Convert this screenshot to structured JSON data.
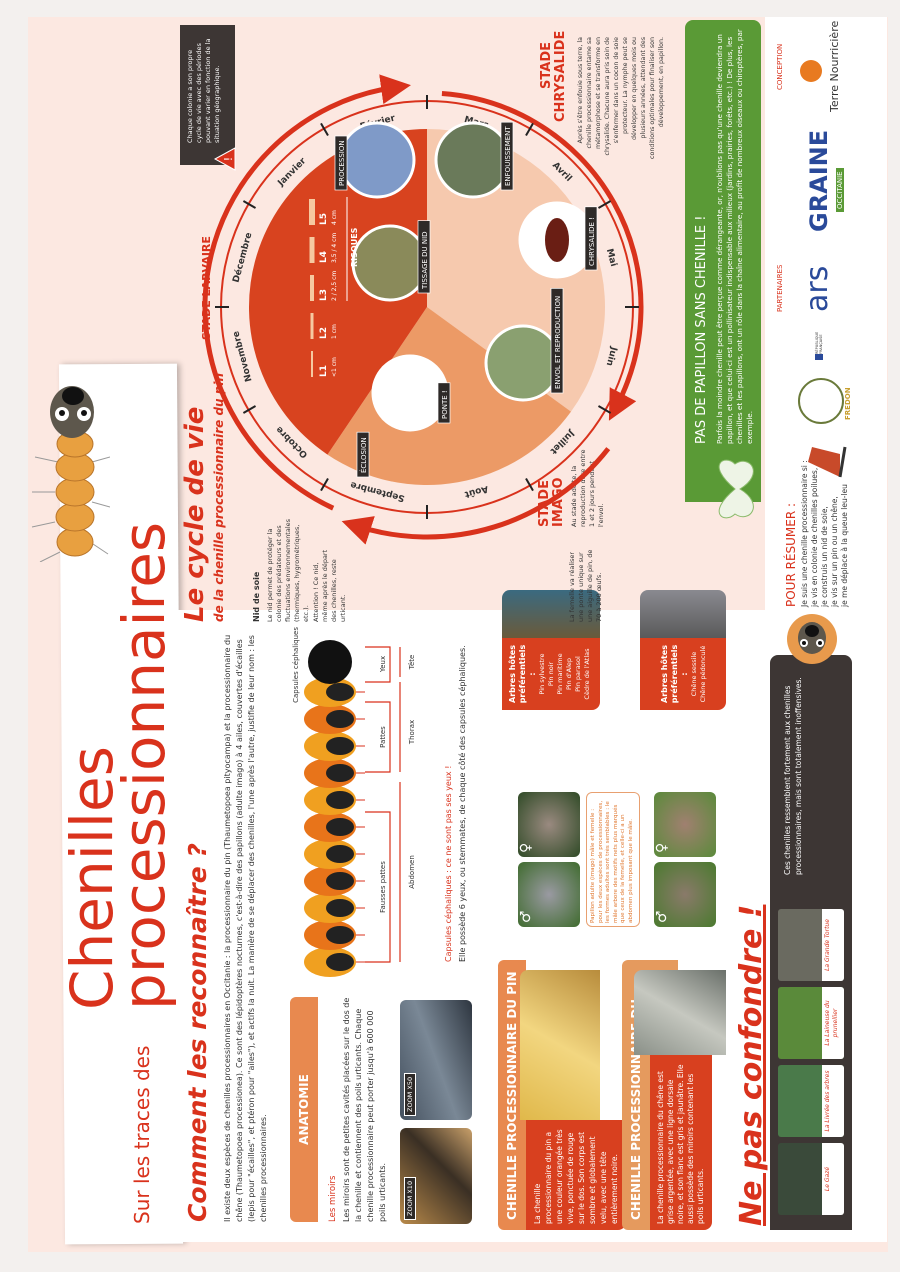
{
  "title": {
    "prefix": "Sur les traces des",
    "line1": "Chenilles",
    "line2": "processionnaires"
  },
  "recognize": {
    "heading": "Comment les reconnaître ?",
    "intro": "Il existe deux espèces de chenilles processionnaires en Occitanie : la processionnaire du pin (Thaumetopoea pityocampa) et la processionnaire du chêne (Thaumetopoea processionea). Ce sont des lépidoptères nocturnes, c'est-à-dire des papillons (adulte imago) à 4 ailes, couvertes d'écailles (lepis pour \"écailles\", et ptéron pour \"ailes\"), et actifs la nuit. La manière de se déplacer des chenilles, l'une après l'autre, justifie de leur nom : les chenilles processionnaires.",
    "anatomy_tab": "ANATOMIE",
    "mirrors_label": "Les miroirs",
    "mirrors_text": "Les miroirs sont de petites cavités placées sur le dos de la chenille et contiennent des poils urticants. Chaque chenille processionnaire peut porter jusqu'à 600 000 poils urticants.",
    "zoom1": "ZOOM X10",
    "zoom2": "ZOOM X50",
    "diagram": {
      "capsules": "Capsules céphaliques",
      "fausses_pattes": "Fausses pattes",
      "abdomen": "Abdomen",
      "pattes": "Pattes",
      "thorax": "Thorax",
      "yeux": "Yeux",
      "tete": "Tête"
    },
    "capsules_note": "Capsules céphaliques : ce ne sont pas ses yeux !",
    "capsules_text": "Elle possède 6 yeux, ou stemmates, de chaque côté des capsules céphaliques."
  },
  "pine": {
    "tab": "CHENILLE PROCESSIONNAIRE DU PIN",
    "text": "La chenille processionnaire du pin a une couleur orangée très vive, ponctuée de rouge sur le dos. Son corps est sombre et globalement velu, avec une tête entièrement noire.",
    "hosts_title": "Arbres hôtes préférentiels :",
    "hosts": [
      "Pin sylvestre",
      "Pin noir",
      "Pin maritime",
      "Pin d'Alep",
      "Pin parasol",
      "Cèdre de l'Atlas"
    ]
  },
  "moth": {
    "male": "♂",
    "female": "♀",
    "note": "Papillon adulte (imago) mâle et femelle : pour les deux espèces de processionnaires, les formes adultes sont très semblables : le mâle arbore des motifs nets plus marqués que ceux de la femelle, et celle-ci a un abdomen plus imposant que le mâle."
  },
  "oak": {
    "tab": "CHENILLE PROCESSIONNAIRE DU CHÊNE",
    "text": "La chenille processionnaire du chêne est grise argentée, avec une ligne dorsale noire, et son flanc est gris et jaunâtre. Elle aussi possède des miroirs contenant les poils urticants.",
    "hosts_title": "Arbres hôtes préférentiels :",
    "hosts": [
      "Chêne sessile",
      "Chêne pédonculé"
    ]
  },
  "confuse": {
    "heading": "Ne pas confondre !",
    "species": [
      "Le Gazé",
      "La Livrée des arbres",
      "La Laineuse du prunellier",
      "La Grande Tortue"
    ],
    "text": "Ces chenilles ressemblent fortement aux chenilles processionnaires, mais sont totalement inoffensives."
  },
  "summary": {
    "heading": "POUR RÉSUMER :",
    "lines": [
      "Je suis une chenille processionnaire si :",
      "je vis en colonie de chenilles poilues,",
      "je construis un nid de soie,",
      "je vis sur un pin ou un chêne,",
      "je me déplace à la queue leu-leu"
    ]
  },
  "cycle": {
    "heading": "Le cycle de vie",
    "subheading": "de la chenille processionnaire du pin",
    "nest_title": "Nid de soie",
    "nest_text": "Le nid permet de protéger la colonie des prédateurs et des fluctuations environnementales (thermiques, hygrométriques, etc.).",
    "nest_warning": "Attention ! Ce nid, même après le départ des chenilles, reste urticant.",
    "female_text": "La femelle va réaliser une ponte unique sur une aiguille de pin, de 70 à 200 œufs.",
    "imago_title": "STADE IMAGO",
    "imago_text": "Au stade adulte, la reproduction dure entre 1 et 2 jours pendant l'envol.",
    "larval_title": "STADE LARVAIRE",
    "chrysalis_title": "STADE CHRYSALIDE",
    "chrysalis_text": "Après s'être enfouie sous terre, la chenille processionnaire entame sa métamorphose et se transforme en chrysalide. Chacune aura pris soin de s'enfermer dans un cocon de soie protecteur. La nymphe peut se développer en quelques mois ou plusieurs années, attendant des conditions optimales pour finaliser son développement, en papillon.",
    "note": "Chaque colonie a son propre cycle de vie avec des périodes pouvant varier en fonction de la situation géographique.",
    "months": [
      "Mars",
      "Avril",
      "Mai",
      "Juin",
      "Juillet",
      "Août",
      "Septembre",
      "Octobre",
      "Novembre",
      "Décembre",
      "Janvier",
      "Février"
    ],
    "phases": [
      "PROCESSION",
      "ENFOUISSEMENT",
      "CHRYSALIDE !",
      "TISSAGE DU NID",
      "PONTE !",
      "ENVOL ET REPRODUCTION",
      "ÉCLOSION"
    ],
    "stages": [
      {
        "name": "L1",
        "size": "<1 cm"
      },
      {
        "name": "L2",
        "size": "1 cm"
      },
      {
        "name": "L3",
        "size": "2 / 2,5 cm"
      },
      {
        "name": "L4",
        "size": "3,5 / 4 cm"
      },
      {
        "name": "L5",
        "size": "4 cm"
      }
    ],
    "risks": "RISQUES",
    "colors": {
      "larval": "#d8431f",
      "imago": "#ec9a66",
      "chrysalis": "#f6c9ae",
      "ring": "#d9321c"
    }
  },
  "green": {
    "heading": "PAS DE PAPILLON SANS CHENILLE !",
    "text": "Parfois la moindre chenille peut être perçue comme dérangeante, or, n'oublions pas qu'une chenille deviendra un papillon, et que celui-ci est un pollinisateur indispensable aux milieux (jardins, prairies, forêts, etc.) ! De plus, les chenilles et les papillons, ont un rôle dans la chaîne alimentaire, au profit de nombreux oiseaux ou chiroptères, par exemple."
  },
  "partners": {
    "label": "PARTENAIRES",
    "logos": [
      "FREDON",
      "RÉPUBLIQUE FRANÇAISE",
      "ars",
      "GRAINE",
      "OCCITANIE"
    ],
    "conception_label": "CONCEPTION",
    "conception": "Terre Nourricière"
  }
}
